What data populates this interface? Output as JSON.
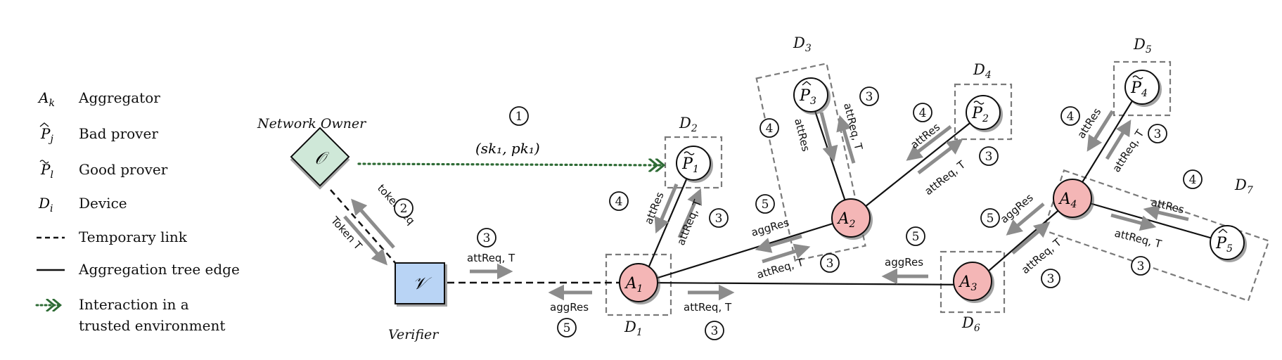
{
  "legend": {
    "aggregator": {
      "symbol": "A",
      "sub": "k",
      "text": "Aggregator"
    },
    "bad_prover": {
      "symbol": "P",
      "sub": "j",
      "text": "Bad prover"
    },
    "good_prover": {
      "symbol": "P",
      "sub": "l",
      "text": "Good prover"
    },
    "device": {
      "symbol": "D",
      "sub": "i",
      "text": "Device"
    },
    "temporary_link": {
      "text": "Temporary link"
    },
    "tree_edge": {
      "text": "Aggregation tree edge"
    },
    "trusted_interaction": {
      "line1": "Interaction in a",
      "line2": "trusted environment"
    }
  },
  "roles": {
    "network_owner": "Network Owner",
    "verifier": "Verifier",
    "owner_symbol": "𝒪",
    "verifier_symbol": "𝒱"
  },
  "keys": "(sk₁, pk₁)",
  "messages": {
    "tokenReq": "tokenReq",
    "token": "Token T",
    "attReq": "attReq, T",
    "attRes": "attRes",
    "aggRes": "aggRes"
  },
  "nodes": {
    "A1": {
      "letter": "A",
      "sub": "1"
    },
    "A2": {
      "letter": "A",
      "sub": "2"
    },
    "A3": {
      "letter": "A",
      "sub": "3"
    },
    "A4": {
      "letter": "A",
      "sub": "4"
    },
    "P1": {
      "letter": "P",
      "sub": "1"
    },
    "P2": {
      "letter": "P",
      "sub": "2"
    },
    "P3": {
      "letter": "P",
      "sub": "3"
    },
    "P4": {
      "letter": "P",
      "sub": "4"
    },
    "P5": {
      "letter": "P",
      "sub": "5"
    }
  },
  "devices": {
    "D1": {
      "letter": "D",
      "sub": "1"
    },
    "D2": {
      "letter": "D",
      "sub": "2"
    },
    "D3": {
      "letter": "D",
      "sub": "3"
    },
    "D4": {
      "letter": "D",
      "sub": "4"
    },
    "D5": {
      "letter": "D",
      "sub": "5"
    },
    "D6": {
      "letter": "D",
      "sub": "6"
    },
    "D7": {
      "letter": "D",
      "sub": "7"
    }
  },
  "steps": {
    "s1": "1",
    "s2": "2",
    "s3": "3",
    "s4": "4",
    "s5": "5"
  },
  "colors": {
    "aggregator_fill": "#f4b6b6",
    "verifier_fill": "#b9d4f5",
    "owner_fill": "#cfe8d8",
    "arrow_gray": "#8c8c8c",
    "trusted_green": "#2e6b35",
    "device_box": "#7a7a7a"
  }
}
